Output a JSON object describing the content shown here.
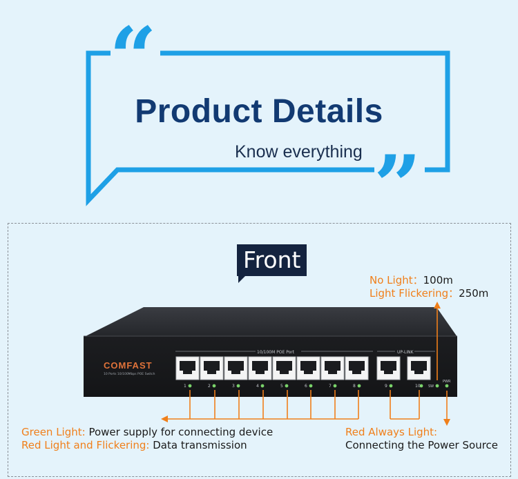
{
  "header": {
    "title": "Product Details",
    "subtitle": "Know everything",
    "open_quote": "“",
    "close_quote": "”"
  },
  "front_tag": "Front",
  "device": {
    "brand": "COMFAST",
    "model_text": "10 Ports 10/100Mbps POE Switch",
    "poe_group_label": "10/100M POE Port",
    "uplink_group_label": "UP-LINK",
    "port_numbers": [
      "1",
      "2",
      "3",
      "4",
      "5",
      "6",
      "7",
      "8",
      "9",
      "10"
    ],
    "sw_label": "SW",
    "pwr_label": "PWR"
  },
  "annotations": {
    "no_light_key": "No Light：",
    "no_light_value": "100m",
    "flicker_key": "Light Flickering：",
    "flicker_value": "250m",
    "green_key": "Green Light: ",
    "green_value": "Power supply for connecting device",
    "red_flicker_key": "Red Light and Flickering: ",
    "red_flicker_value": "Data transmission",
    "red_always_key": "Red Always Light:",
    "red_always_value": "Connecting the Power Source"
  },
  "colors": {
    "accent_blue": "#1ea0e6",
    "title_navy": "#123a72",
    "orange": "#f07f1a",
    "background": "#e4f3fb"
  }
}
